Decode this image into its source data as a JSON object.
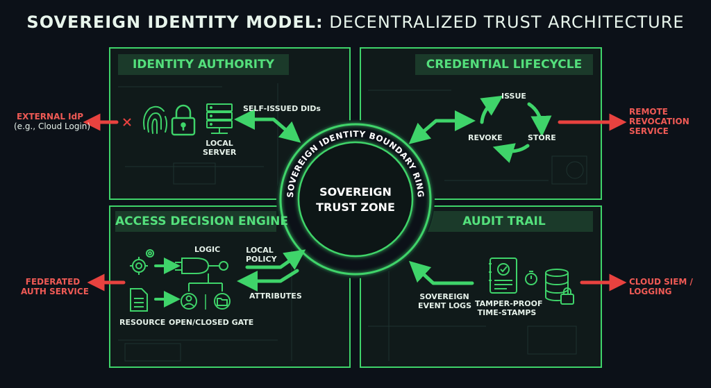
{
  "title": {
    "bold": "SOVEREIGN IDENTITY MODEL:",
    "rest": "DECENTRALIZED TRUST ARCHITECTURE"
  },
  "center": {
    "ring_label": "SOVEREIGN IDENTITY BOUNDARY RING",
    "zone_line1": "SOVEREIGN",
    "zone_line2": "TRUST ZONE"
  },
  "panels": {
    "identity_authority": {
      "heading": "IDENTITY AUTHORITY",
      "server_line1": "LOCAL",
      "server_line2": "SERVER",
      "arrow_label": "SELF-ISSUED DIDs"
    },
    "credential_lifecycle": {
      "heading": "CREDENTIAL LIFECYCLE",
      "issue": "ISSUE",
      "store": "STORE",
      "revoke": "REVOKE"
    },
    "access_decision": {
      "heading": "ACCESS DECISION ENGINE",
      "logic": "LOGIC",
      "policy_line1": "LOCAL",
      "policy_line2": "POLICY",
      "attributes": "ATTRIBUTES",
      "resource": "RESOURCE",
      "gate": "OPEN/CLOSED GATE"
    },
    "audit_trail": {
      "heading": "AUDIT TRAIL",
      "logs_line1": "SOVEREIGN",
      "logs_line2": "EVENT LOGS",
      "stamps_line1": "TAMPER-PROOF",
      "stamps_line2": "TIME-STAMPS"
    }
  },
  "external": {
    "idp_line1": "EXTERNAL IdP",
    "idp_line2": "(e.g., Cloud Login)",
    "federated_line1": "FEDERATED",
    "federated_line2": "AUTH SERVICE",
    "revocation_line1": "REMOTE",
    "revocation_line2": "REVOCATION",
    "revocation_line3": "SERVICE",
    "siem_line1": "CLOUD SIEM /",
    "siem_line2": "LOGGING"
  },
  "colors": {
    "accent_green": "#3fd46a",
    "external_red": "#e8423f",
    "background": "#0c1118"
  }
}
